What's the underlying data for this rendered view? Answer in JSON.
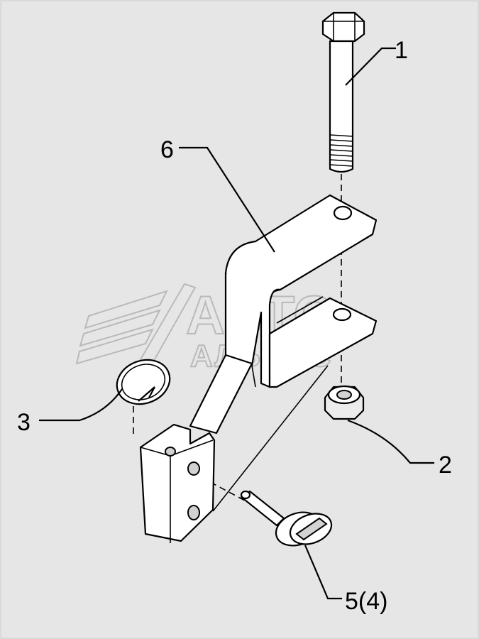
{
  "callouts": {
    "c1": "1",
    "c2": "2",
    "c3": "3",
    "c6": "6",
    "c54": "5(4)"
  },
  "watermark": {
    "line1": "АВТО",
    "line2": "АЛЬЯНС"
  }
}
